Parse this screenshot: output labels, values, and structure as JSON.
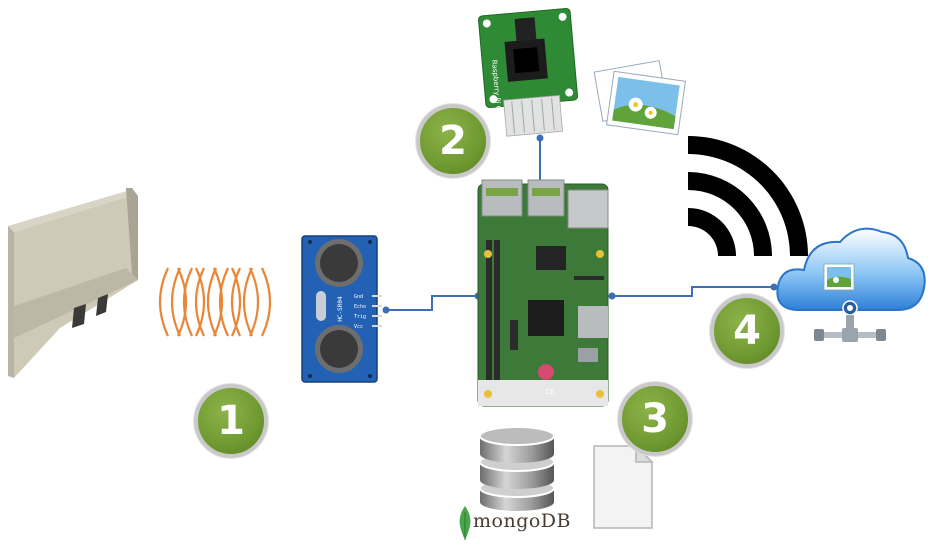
{
  "badges": [
    {
      "label": "1"
    },
    {
      "label": "2"
    },
    {
      "label": "3"
    },
    {
      "label": "4"
    }
  ],
  "sensor": {
    "model": "HC-SR04",
    "pins": [
      "Gnd",
      "Echo",
      "Trig",
      "Vcc"
    ]
  },
  "camera": {
    "board_text": "Raspberry Pi Camera Rev 1.3"
  },
  "database": {
    "name": "mongoDB"
  },
  "colors": {
    "badge_green": "#6f9a31",
    "connector_blue": "#3d6fb6",
    "sensor_blue": "#2361b5",
    "board_green": "#3d7a3a",
    "cloud_blue": "#3a8fe0",
    "mongo_leaf": "#4aa64a"
  },
  "icons": [
    "obstacle-wall-icon",
    "ultrasonic-waves-icon",
    "ultrasonic-sensor-icon",
    "raspberry-pi-board-icon",
    "pi-camera-icon",
    "photo-icon",
    "wifi-signal-icon",
    "cloud-server-icon",
    "database-icon",
    "document-icon",
    "mongodb-leaf-icon"
  ]
}
